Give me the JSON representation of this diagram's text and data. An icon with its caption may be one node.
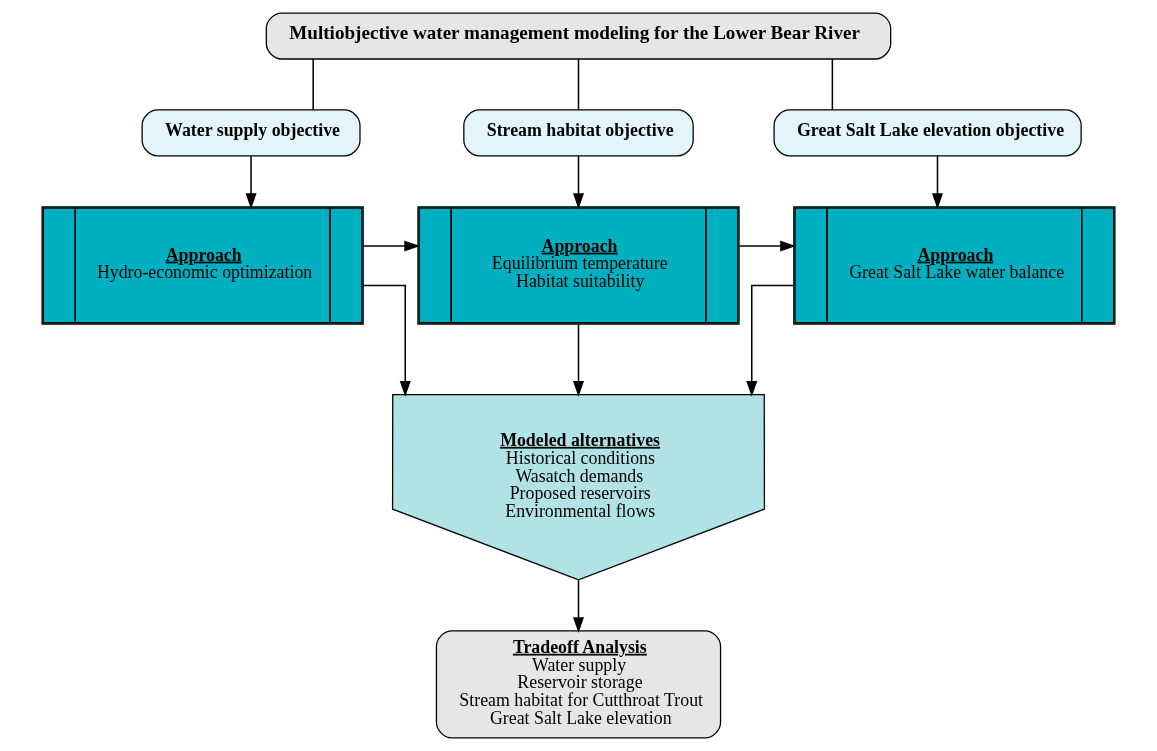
{
  "diagram": {
    "nodes": [
      {
        "text": [
          "Multiobjective water management modeling for the Lower Bear River"
        ]
      },
      {
        "text": [
          "Water supply objective"
        ]
      },
      {
        "text": [
          "Stream habitat objective"
        ]
      },
      {
        "text": [
          "Great Salt Lake elevation objective"
        ]
      },
      {
        "text": [
          "Approach",
          "Hydro-economic optimization"
        ]
      },
      {
        "text": [
          "Approach",
          "Equilibrium temperature",
          "Habitat suitability"
        ]
      },
      {
        "text": [
          "Approach",
          "Great Salt Lake water balance"
        ]
      },
      {
        "text": [
          "Modeled alternatives",
          "Historical conditions",
          "Wasatch demands",
          "Proposed reservoirs",
          "Environmental flows"
        ]
      },
      {
        "text": [
          "Tradeoff Analysis",
          "Water supply",
          "Reservoir storage",
          "Stream habitat for Cutthroat Trout",
          "Great Salt Lake elevation"
        ]
      }
    ],
    "edges": [
      {
        "from": 0,
        "to": 1,
        "arrow": "none"
      },
      {
        "from": 0,
        "to": 2,
        "arrow": "none"
      },
      {
        "from": 0,
        "to": 3,
        "arrow": "none"
      },
      {
        "from": 1,
        "to": 4,
        "arrow": "to"
      },
      {
        "from": 2,
        "to": 5,
        "arrow": "to"
      },
      {
        "from": 3,
        "to": 6,
        "arrow": "to"
      },
      {
        "from": 4,
        "to": 5,
        "arrow": "to"
      },
      {
        "from": 5,
        "to": 6,
        "arrow": "to"
      },
      {
        "from": 4,
        "to": 7,
        "arrow": "to"
      },
      {
        "from": 5,
        "to": 7,
        "arrow": "to"
      },
      {
        "from": 6,
        "to": 7,
        "arrow": "to"
      },
      {
        "from": 7,
        "to": 8,
        "arrow": "to"
      }
    ]
  }
}
